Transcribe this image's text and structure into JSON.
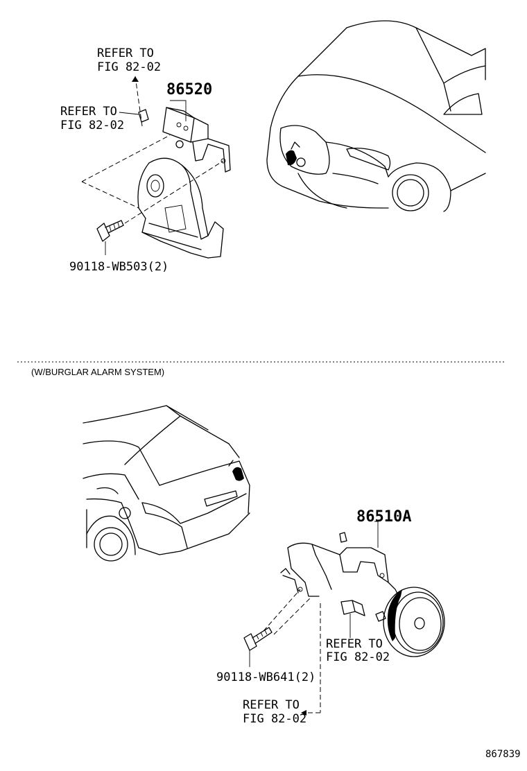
{
  "top": {
    "horn_part_number": "86520",
    "refer_upper": {
      "line1": "REFER TO",
      "line2": "FIG 82-02"
    },
    "refer_side": {
      "line1": "REFER TO",
      "line2": "FIG 82-02"
    },
    "bolt_part_number": "90118-WB503(2)"
  },
  "section_note": "(W/BURGLAR ALARM SYSTEM)",
  "bottom": {
    "horn_part_number": "86510A",
    "refer_connector": {
      "line1": "REFER TO",
      "line2": "FIG 82-02"
    },
    "bolt_part_number": "90118-WB641(2)",
    "refer_lower": {
      "line1": "REFER TO",
      "line2": "FIG 82-02"
    }
  },
  "figure_number": "867839"
}
